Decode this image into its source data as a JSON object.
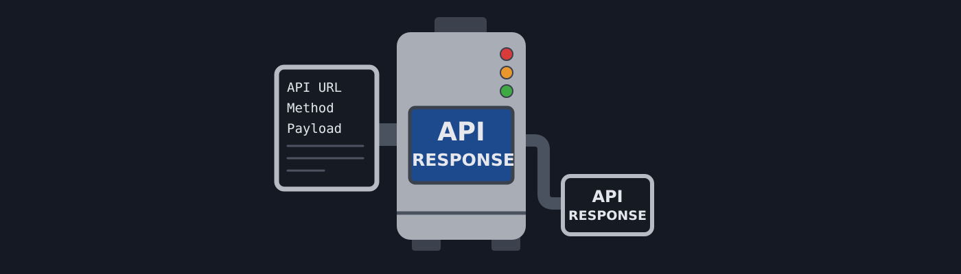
{
  "request_card": {
    "fields": [
      "API URL",
      "Method",
      "Payload"
    ]
  },
  "machine": {
    "screen_line1": "API",
    "screen_line2": "RESPONSE",
    "status_lights": [
      {
        "name": "red-light",
        "color": "#d93a3a"
      },
      {
        "name": "orange-light",
        "color": "#e9962c"
      },
      {
        "name": "green-light",
        "color": "#3faa43"
      }
    ]
  },
  "output_card": {
    "line1": "API",
    "line2": "RESPONSE"
  },
  "colors": {
    "background": "#151923",
    "machine_body": "#a9adb6",
    "screen": "#1d4a8c",
    "pipe": "#4a5260",
    "card_border": "#b8bbc3",
    "card_fill": "#161a23"
  }
}
